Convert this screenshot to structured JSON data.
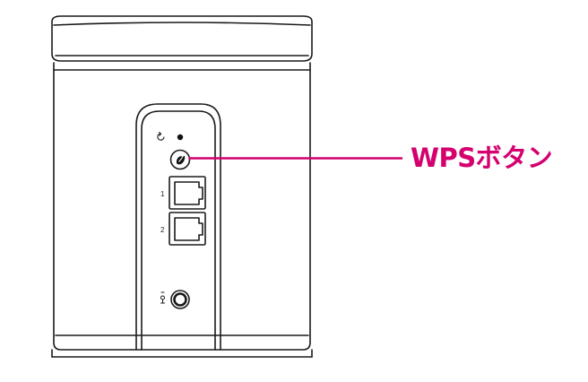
{
  "callout": {
    "label": "WPSボタン",
    "color": "#d4006e"
  },
  "ports": {
    "lan1_number": "1",
    "lan2_number": "2"
  },
  "icons": {
    "reset": "reset-icon",
    "status_led": "status-led-icon",
    "wps": "wps-button-icon",
    "power": "power-input-icon"
  },
  "colors": {
    "outline": "#1a1a1a",
    "background": "#ffffff"
  }
}
